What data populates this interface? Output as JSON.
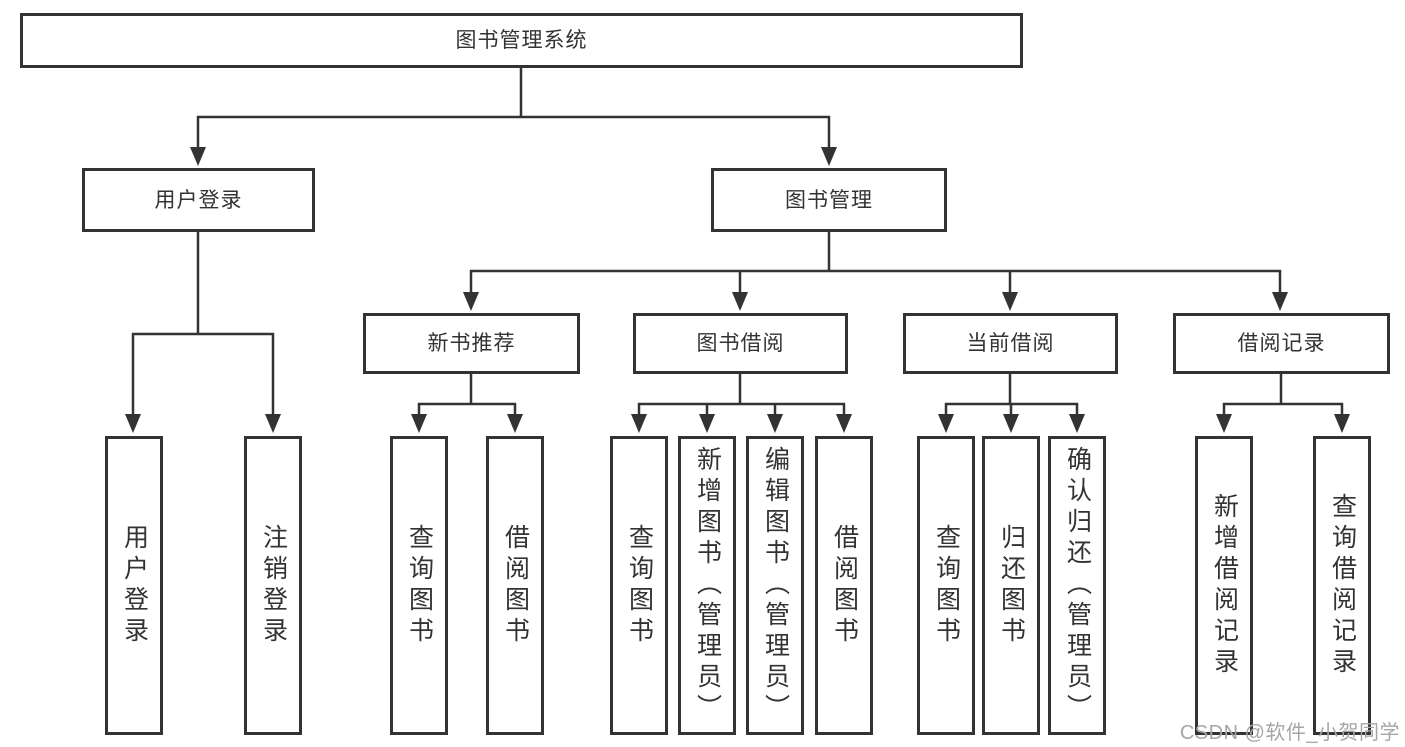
{
  "tree": {
    "root": "图书管理系统",
    "branches": [
      {
        "label": "用户登录",
        "children": [
          "用户登录",
          "注销登录"
        ]
      },
      {
        "label": "图书管理",
        "subgroups": [
          {
            "label": "新书推荐",
            "children": [
              "查询图书",
              "借阅图书"
            ]
          },
          {
            "label": "图书借阅",
            "children": [
              "查询图书",
              "新增图书（管理员）",
              "编辑图书（管理员）",
              "借阅图书"
            ]
          },
          {
            "label": "当前借阅",
            "children": [
              "查询图书",
              "归还图书",
              "确认归还（管理员）"
            ]
          },
          {
            "label": "借阅记录",
            "children": [
              "新增借阅记录",
              "查询借阅记录"
            ]
          }
        ]
      }
    ]
  },
  "watermark": "CSDN @软件_小贺同学",
  "colors": {
    "border": "#333333",
    "line": "#333333",
    "text": "#333333",
    "watermark": "#a6a6a6",
    "background": "#ffffff"
  }
}
